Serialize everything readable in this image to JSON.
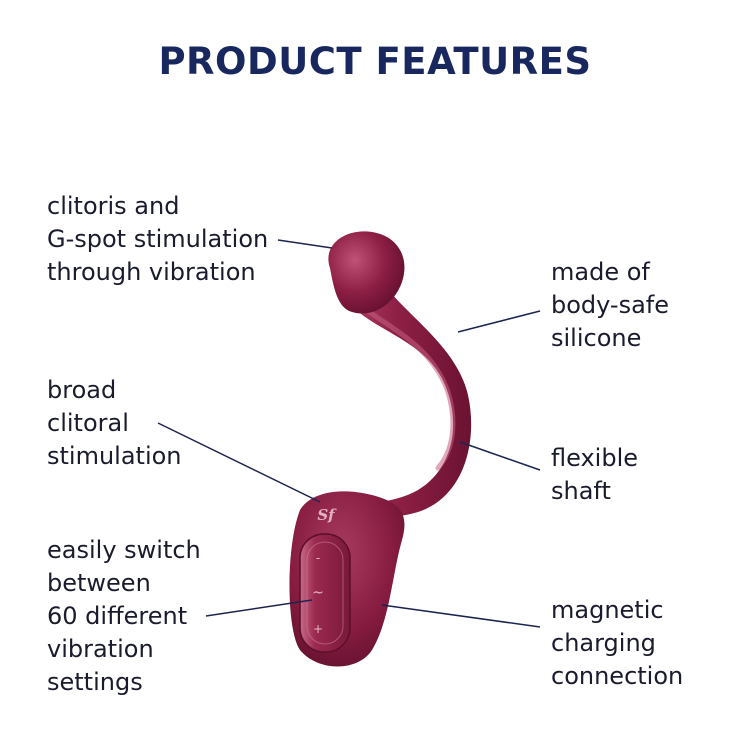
{
  "title": "PRODUCT FEATURES",
  "features_left": [
    {
      "lines": [
        "clitoris and",
        "G-spot stimulation",
        "through vibration"
      ]
    },
    {
      "lines": [
        "broad",
        "clitoral",
        "stimulation"
      ]
    },
    {
      "lines": [
        "easily switch",
        "between",
        "60 different",
        "vibration",
        "settings"
      ]
    }
  ],
  "features_right": [
    {
      "lines": [
        "made of",
        "body-safe",
        "silicone"
      ]
    },
    {
      "lines": [
        "flexible",
        "shaft"
      ]
    },
    {
      "lines": [
        "magnetic",
        "charging",
        "connection"
      ]
    }
  ],
  "colors": {
    "title": "#18285e",
    "text": "#1a1c2e",
    "leader_line": "#1c2450",
    "product": "#8e1f45",
    "product_shadow": "#6b1232",
    "product_highlight": "#b5466a"
  },
  "product": {
    "logo_text": "Sf",
    "control_symbols": [
      "-",
      "~",
      "+"
    ]
  }
}
